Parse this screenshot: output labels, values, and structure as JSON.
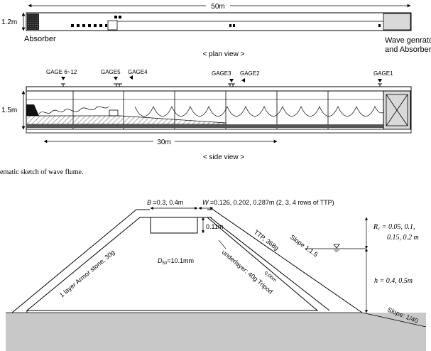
{
  "plan": {
    "length": "50m",
    "width": "1.2m",
    "absorber_left": "Absorber",
    "wave_gen_line1": "Wave genrator",
    "wave_gen_line2": "and Absorber",
    "caption": "< plan view >"
  },
  "side": {
    "gage_6_12": "GAGE 6~12",
    "gage5": "GAGE5",
    "gage4": "GAGE4",
    "gage3": "GAGE3",
    "gage2": "GAGE2",
    "gage1": "GAGE1",
    "height": "1.5m",
    "length": "30m",
    "caption": "< side view >"
  },
  "figure_caption": "ematic sketch of wave flume.",
  "section": {
    "crest_width_var": "B",
    "crest_width_val": " =0.3, 0.4m",
    "w_var": "W",
    "w_val": " =0.126, 0.202, 0.287m (2, 3, 4 rows of TTP)",
    "crest_height": "0.11m",
    "ttp": "TTP, 368g",
    "slope_front": "Slope 1:1.5",
    "underlayer": "underlayer: 40g Tripod",
    "underlayer_thk": "0.06m",
    "armor": "1 layer Armor stone, 30g",
    "d50_var": "D",
    "d50_sub": "50",
    "d50_val": "=10.1mm",
    "rc_var": "R",
    "rc_sub": "c",
    "rc_line1": " = 0.05, 0.1,",
    "rc_line2": "0.15, 0.2 m",
    "h_label": "h = 0.4, 0.5m",
    "bottom_slope": "Slope: 1/40"
  }
}
